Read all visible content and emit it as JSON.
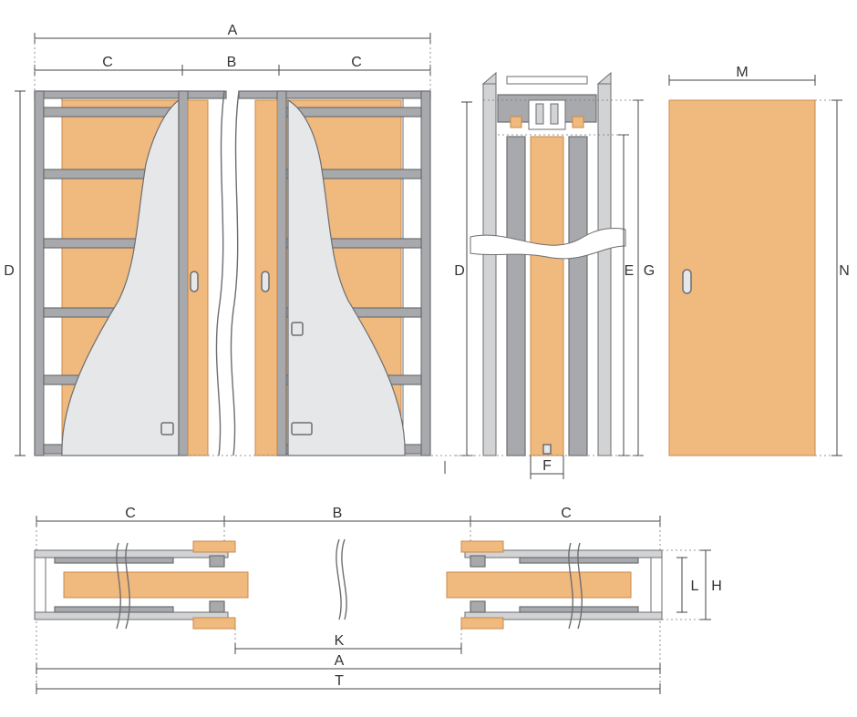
{
  "labels": {
    "top_total": "A",
    "top_pocket_left": "C",
    "top_opening": "B",
    "top_pocket_right": "C",
    "front_height": "D",
    "section_height": "D",
    "section_inner": "E",
    "section_outer": "G",
    "section_gap": "F",
    "door_width": "M",
    "door_height": "N",
    "plan_pocket_left": "C",
    "plan_opening": "B",
    "plan_pocket_right": "C",
    "plan_clear": "K",
    "plan_total": "A",
    "plan_overall": "T",
    "wall_thickness": "H",
    "frame_thickness": "L"
  },
  "colors": {
    "door": "#f0b97e",
    "frame": "#a7a9ac",
    "wall": "#e6e7e8",
    "line": "#444444"
  }
}
